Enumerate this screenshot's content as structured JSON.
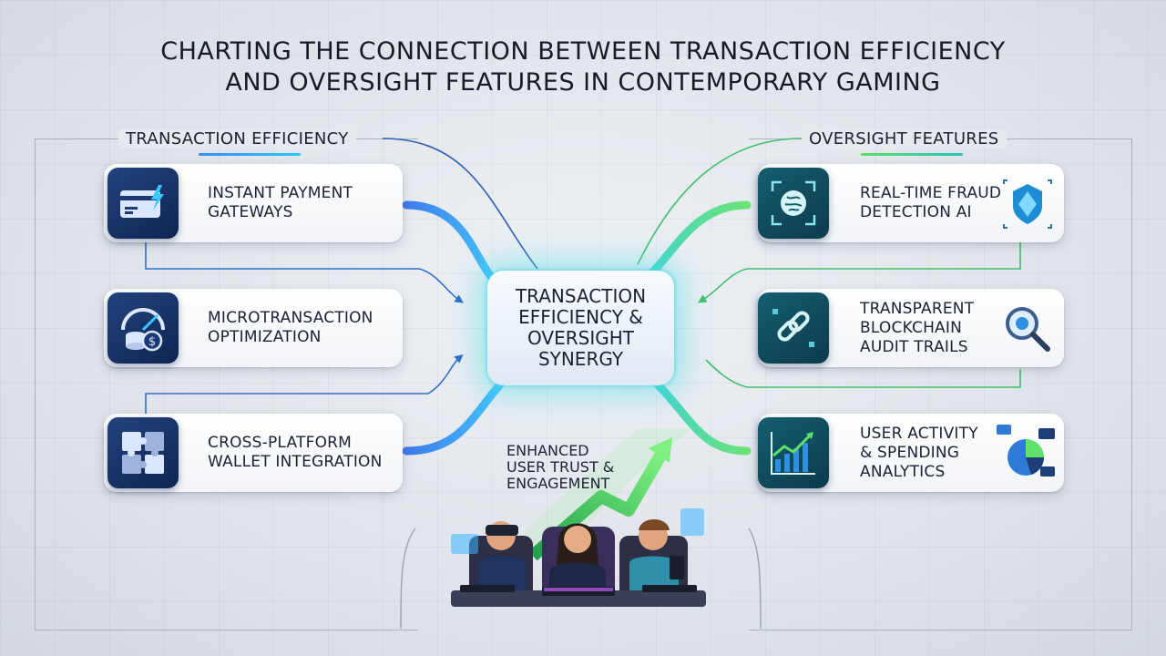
{
  "title": {
    "line1": "CHARTING THE CONNECTION BETWEEN TRANSACTION EFFICIENCY",
    "line2": "AND OVERSIGHT FEATURES IN CONTEMPORARY GAMING"
  },
  "left_section": {
    "label": "TRANSACTION EFFICIENCY",
    "cards": [
      {
        "line1": "INSTANT PAYMENT",
        "line2": "GATEWAYS",
        "icon": "credit-card-lightning-icon"
      },
      {
        "line1": "MICROTRANSACTION",
        "line2": "OPTIMIZATION",
        "icon": "gauge-coins-icon"
      },
      {
        "line1": "CROSS-PLATFORM",
        "line2": "WALLET INTEGRATION",
        "icon": "puzzle-icon"
      }
    ]
  },
  "right_section": {
    "label": "OVERSIGHT FEATURES",
    "cards": [
      {
        "line1": "REAL-TIME FRAUD",
        "line2": "DETECTION AI",
        "icon": "ai-brain-icon"
      },
      {
        "line1": "TRANSPARENT",
        "line2": "BLOCKCHAIN",
        "line3": "AUDIT TRAILS",
        "icon": "chain-link-icon"
      },
      {
        "line1": "USER ACTIVITY",
        "line2": "& SPENDING",
        "line3": "ANALYTICS",
        "icon": "growth-chart-icon"
      }
    ]
  },
  "hub": {
    "line1": "TRANSACTION",
    "line2": "EFFICIENCY &",
    "line3": "OVERSIGHT",
    "line4": "SYNERGY"
  },
  "outcome": {
    "line1": "ENHANCED",
    "line2": "USER TRUST &",
    "line3": "ENGAGEMENT"
  },
  "colors": {
    "blue_flow": "#2f8bff",
    "green_flow": "#4fe06a",
    "left_badge": "#1a3568",
    "right_badge": "#124e5e"
  }
}
